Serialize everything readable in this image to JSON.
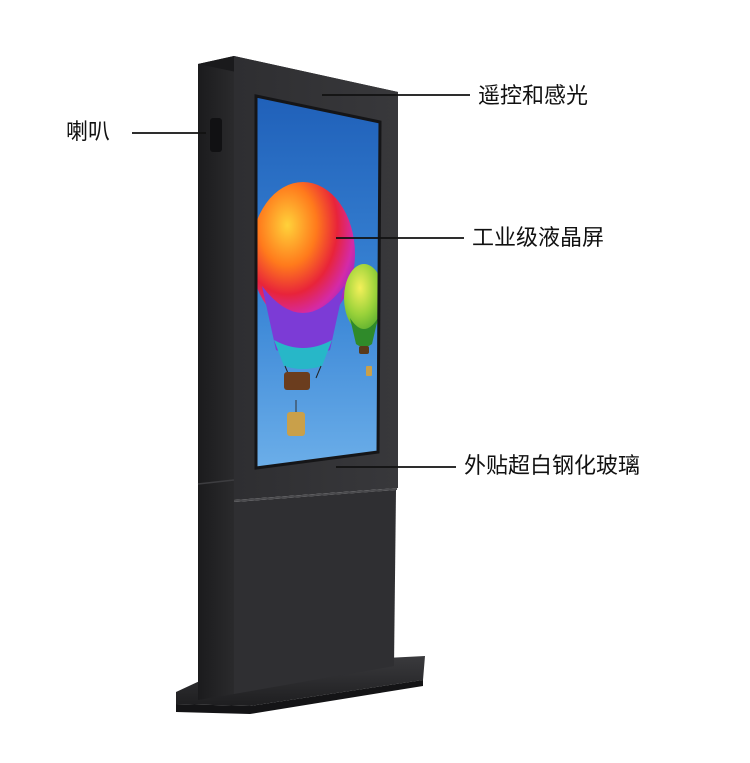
{
  "callouts": {
    "speaker": "喇叭",
    "remote_sensor": "遥控和感光",
    "lcd_screen": "工业级液晶屏",
    "tempered_glass": "外贴超白钢化玻璃"
  },
  "colors": {
    "background": "#ffffff",
    "cabinet": "#2b2b2d",
    "cabinet_side": "#1c1c1e",
    "screen_sky": "#2a70c6",
    "leader_line": "#111111"
  }
}
